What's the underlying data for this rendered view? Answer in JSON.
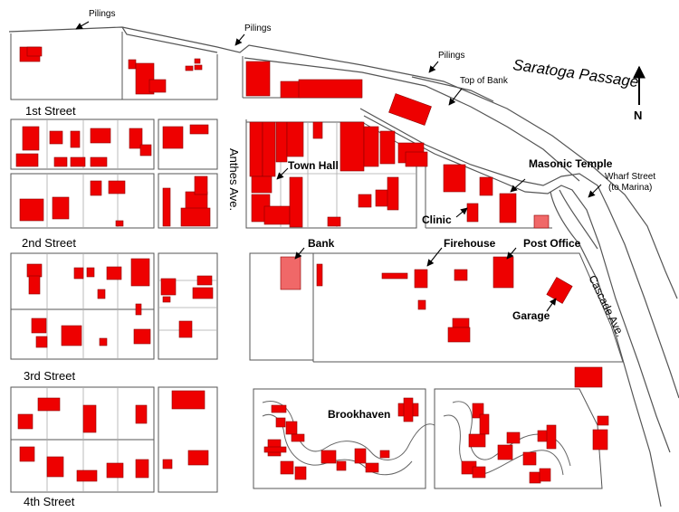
{
  "labels": {
    "pilings_1": "Pilings",
    "pilings_2": "Pilings",
    "pilings_3": "Pilings",
    "saratoga_passage": "Saratoga Passage",
    "top_of_bank": "Top of Bank",
    "north": "N",
    "first_street": "1st Street",
    "second_street": "2nd Street",
    "third_street": "3rd Street",
    "fourth_street": "4th Street",
    "anthes_ave": "Anthes Ave.",
    "cascade_ave": "Cascade Ave.",
    "wharf_street_1": "Wharf Street",
    "wharf_street_2": "(to Marina)",
    "town_hall": "Town Hall",
    "masonic_temple": "Masonic Temple",
    "clinic": "Clinic",
    "bank": "Bank",
    "firehouse": "Firehouse",
    "post_office": "Post Office",
    "garage": "Garage",
    "brookhaven": "Brookhaven"
  },
  "colors": {
    "building": "#ee0000",
    "building_outline": "#8a0000",
    "highlight_building": "#f06868",
    "line": "#555555",
    "label": "#000000"
  },
  "icons": {
    "north_arrow": "arrow-up-icon",
    "callout": "arrow-icon"
  }
}
